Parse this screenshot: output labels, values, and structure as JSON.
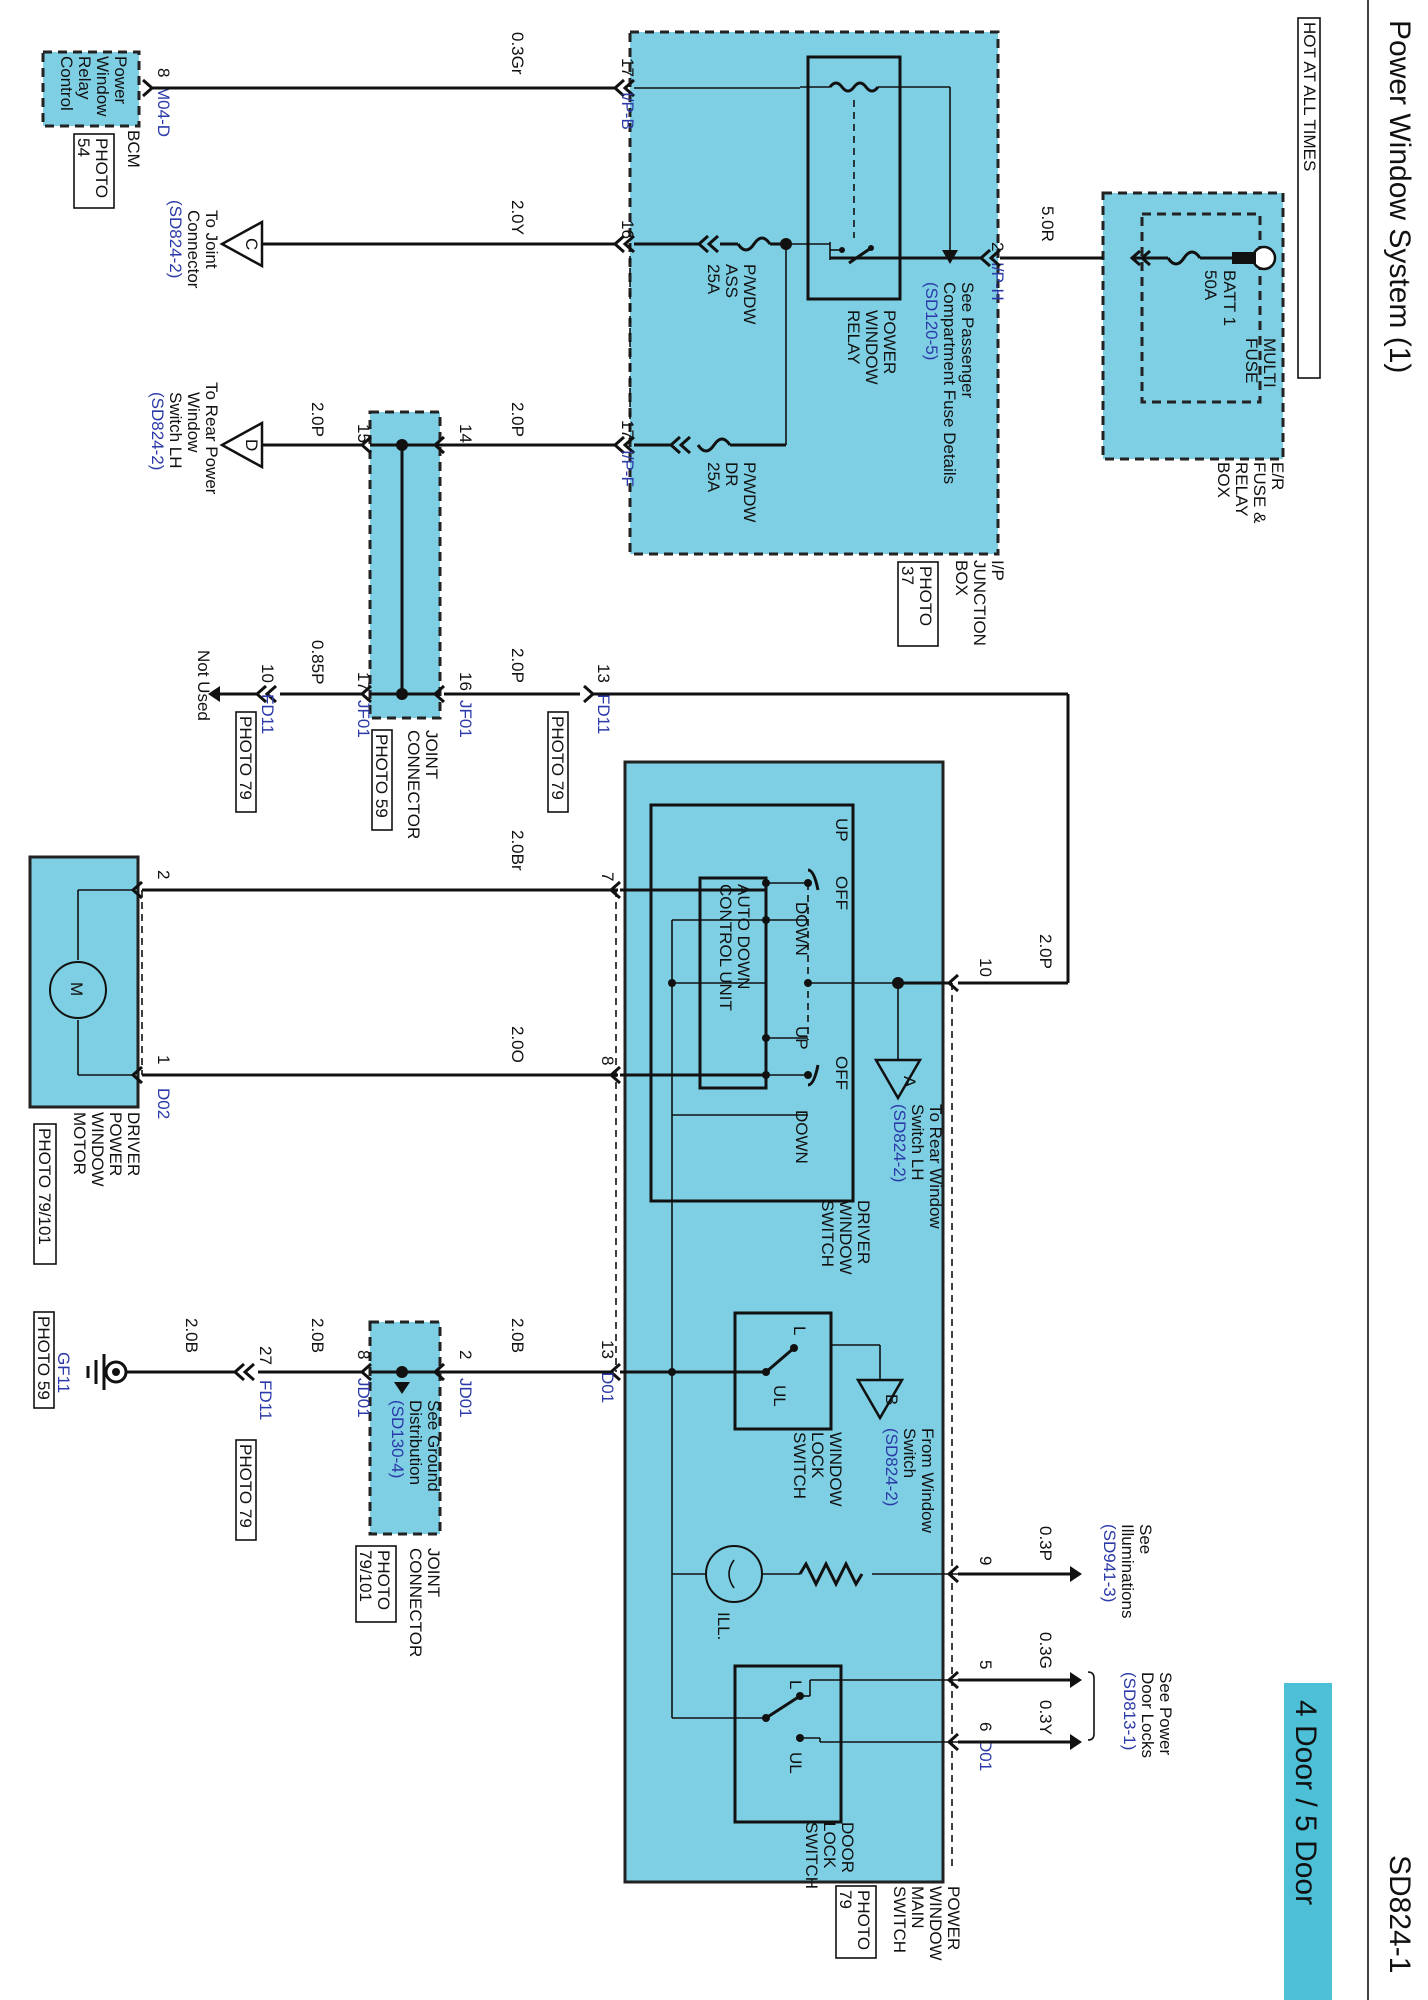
{
  "header": {
    "title": "Power Window System (1)",
    "code": "SD824-1",
    "variant_badge": "4 Door / 5 Door",
    "badge_color": "#4dbfd6"
  },
  "colors": {
    "component_fill": "#7ecfe3",
    "reference_text": "#2b3aa8"
  },
  "er_box": {
    "hot_label": "HOT AT ALL TIMES",
    "fuse_name": "BATT 1",
    "fuse_rating": "50A",
    "multi_fuse": [
      "MULTI",
      "FUSE"
    ],
    "name": [
      "E/R",
      "FUSE &",
      "RELAY",
      "BOX"
    ]
  },
  "ip_box": {
    "name": [
      "I/P",
      "JUNCTION",
      "BOX"
    ],
    "photo": [
      "PHOTO",
      "37"
    ],
    "fuse_ass": [
      "P/WDW",
      "ASS",
      "25A"
    ],
    "fuse_dr": [
      "P/WDW",
      "DR",
      "25A"
    ],
    "relay": [
      "POWER",
      "WINDOW",
      "RELAY"
    ],
    "see_note": [
      "See Passenger",
      "Compartment Fuse Details"
    ],
    "see_ref": "(SD120-5)",
    "pin_h": "2",
    "conn_h": "I/P-H",
    "pin_b": "17",
    "conn_b": "I/P-B",
    "pin_c": "16",
    "pin_f": "17",
    "conn_f": "I/P-F"
  },
  "bcm": {
    "label": [
      "Power",
      "Window",
      "Relay",
      "Control"
    ],
    "name": "BCM",
    "pin": "8",
    "conn": "M04-D",
    "photo": [
      "PHOTO",
      "54"
    ]
  },
  "wires": {
    "w_5_0R": "5.0R",
    "w_0_3Gr": "0.3Gr",
    "w_2_0Y": "2.0Y",
    "w_2_0P_a": "2.0P",
    "w_2_0P_b": "2.0P",
    "w_2_0P_c": "2.0P",
    "w_0_85P": "0.85P",
    "w_2_0P_d": "2.0P",
    "w_2_0Br": "2.0Br",
    "w_2_0O": "2.0O",
    "w_2_0B_a": "2.0B",
    "w_2_0B_b": "2.0B",
    "w_2_0B_c": "2.0B",
    "w_0_3P": "0.3P",
    "w_0_3G": "0.3G",
    "w_0_3Y": "0.3Y"
  },
  "conn_c": {
    "letter": "C",
    "text": [
      "To Joint",
      "Connector"
    ],
    "ref": "(SD824-2)"
  },
  "conn_d": {
    "letter": "D",
    "text": [
      "To Rear Power",
      "Window",
      "Switch LH"
    ],
    "ref": "(SD824-2)"
  },
  "jf01": {
    "name": [
      "JOINT",
      "CONNECTOR"
    ],
    "photo": "PHOTO 59",
    "pin14": "14",
    "pin15": "15",
    "pin16": "16",
    "pin17": "17",
    "conn": "JF01"
  },
  "fd11_top": {
    "pin13": "13",
    "conn": "FD11",
    "photo": "PHOTO 79"
  },
  "fd11_nu": {
    "pin10": "10",
    "conn": "FD11",
    "photo": "PHOTO 79",
    "not_used": "Not Used"
  },
  "motor": {
    "symbol": "M",
    "pin2": "2",
    "pin1": "1",
    "conn": "D02",
    "name": [
      "DRIVER",
      "POWER",
      "WINDOW",
      "MOTOR"
    ],
    "photo": "PHOTO 79/101"
  },
  "main_switch": {
    "name": [
      "POWER",
      "WINDOW",
      "MAIN",
      "SWITCH"
    ],
    "photo": [
      "PHOTO",
      "79"
    ],
    "pin10": "10",
    "pin7": "7",
    "pin8": "8",
    "pin13": "13",
    "conn13": "D01",
    "pin9": "9",
    "pin5": "5",
    "pin6": "6",
    "conn6": "D01",
    "driver_switch": [
      "DRIVER",
      "WINDOW",
      "SWITCH"
    ],
    "auto": [
      "AUTO DOWN",
      "CONTROL UNIT"
    ],
    "up1": "UP",
    "off1": "OFF",
    "down1": "DOWN",
    "up2": "UP",
    "off2": "OFF",
    "down2": "DOWN",
    "lock_switch": [
      "WINDOW",
      "LOCK",
      "SWITCH"
    ],
    "lock_l": "L",
    "lock_ul": "UL",
    "ill": "ILL.",
    "door_lock_switch": [
      "DOOR",
      "LOCK",
      "SWITCH"
    ],
    "door_l": "L",
    "door_ul": "UL"
  },
  "conn_a": {
    "letter": "A",
    "text": [
      "To Rear Window",
      "Switch LH"
    ],
    "ref": "(SD824-2)"
  },
  "conn_b": {
    "letter": "B",
    "text": [
      "From Window",
      "Switch"
    ],
    "ref": "(SD824-2)"
  },
  "jd01": {
    "pin2": "2",
    "pin8": "8",
    "conn": "JD01",
    "see": [
      "See Ground",
      "Distribution"
    ],
    "ref": "(SD130-4)",
    "name": [
      "JOINT",
      "CONNECTOR"
    ],
    "photo": [
      "PHOTO",
      "79/101"
    ]
  },
  "fd11_gnd": {
    "pin27": "27",
    "conn": "FD11",
    "photo": "PHOTO 79"
  },
  "ground": {
    "conn": "GF11",
    "photo": "PHOTO 59"
  },
  "illum": {
    "text": [
      "See",
      "Illuminations"
    ],
    "ref": "(SD941-3)"
  },
  "door_locks": {
    "text": [
      "See Power",
      "Door Locks"
    ],
    "ref": "(SD813-1)"
  }
}
